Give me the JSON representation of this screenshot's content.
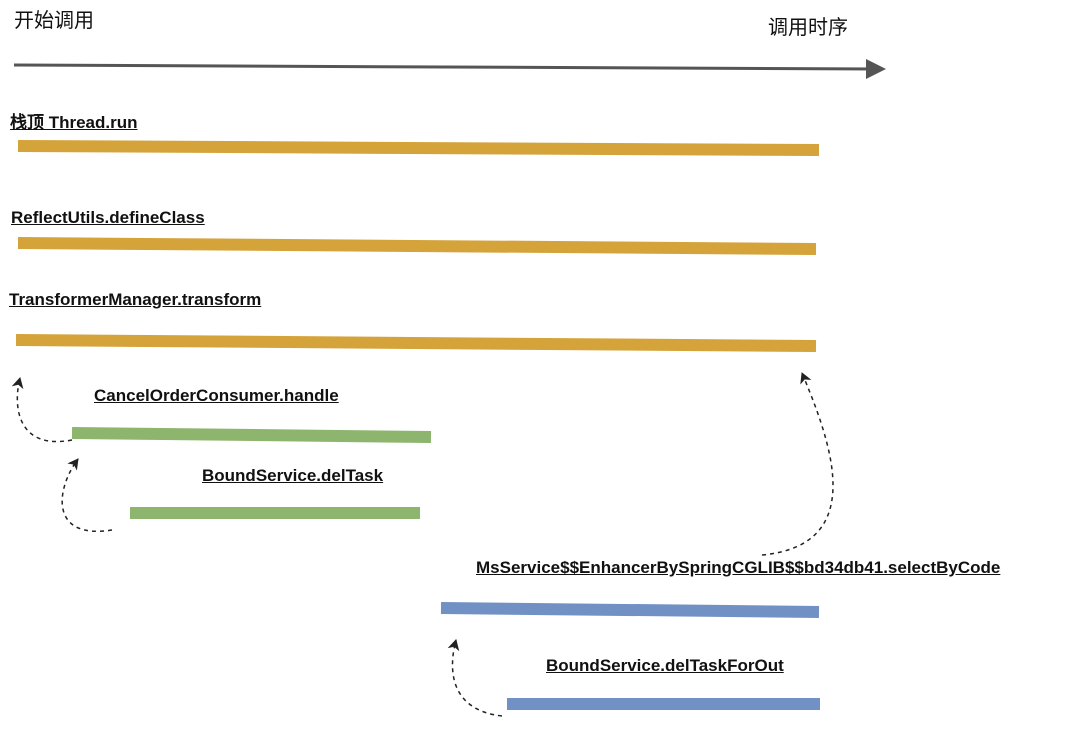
{
  "header": {
    "start_label": "开始调用",
    "timeline_label": "调用时序"
  },
  "frames": [
    {
      "id": "thread-run",
      "label": "栈顶 Thread.run",
      "color": "#d4a33a"
    },
    {
      "id": "reflect-utils",
      "label": "ReflectUtils.defineClass",
      "color": "#d4a33a"
    },
    {
      "id": "transformer-manager",
      "label": "TransformerManager.transform",
      "color": "#d4a33a"
    },
    {
      "id": "cancel-order-consumer",
      "label": "CancelOrderConsumer.handle",
      "color": "#8db56d"
    },
    {
      "id": "bound-service-deltask",
      "label": "BoundService.delTask",
      "color": "#8db56d"
    },
    {
      "id": "ms-service",
      "label": "MsService$$EnhancerBySpringCGLIB$$bd34db41.selectByCode",
      "color": "#7191c4"
    },
    {
      "id": "bound-service-deltaskforout",
      "label": "BoundService.delTaskForOut",
      "color": "#7191c4"
    }
  ],
  "colors": {
    "axis": "#555555",
    "arrow": "#222222"
  }
}
